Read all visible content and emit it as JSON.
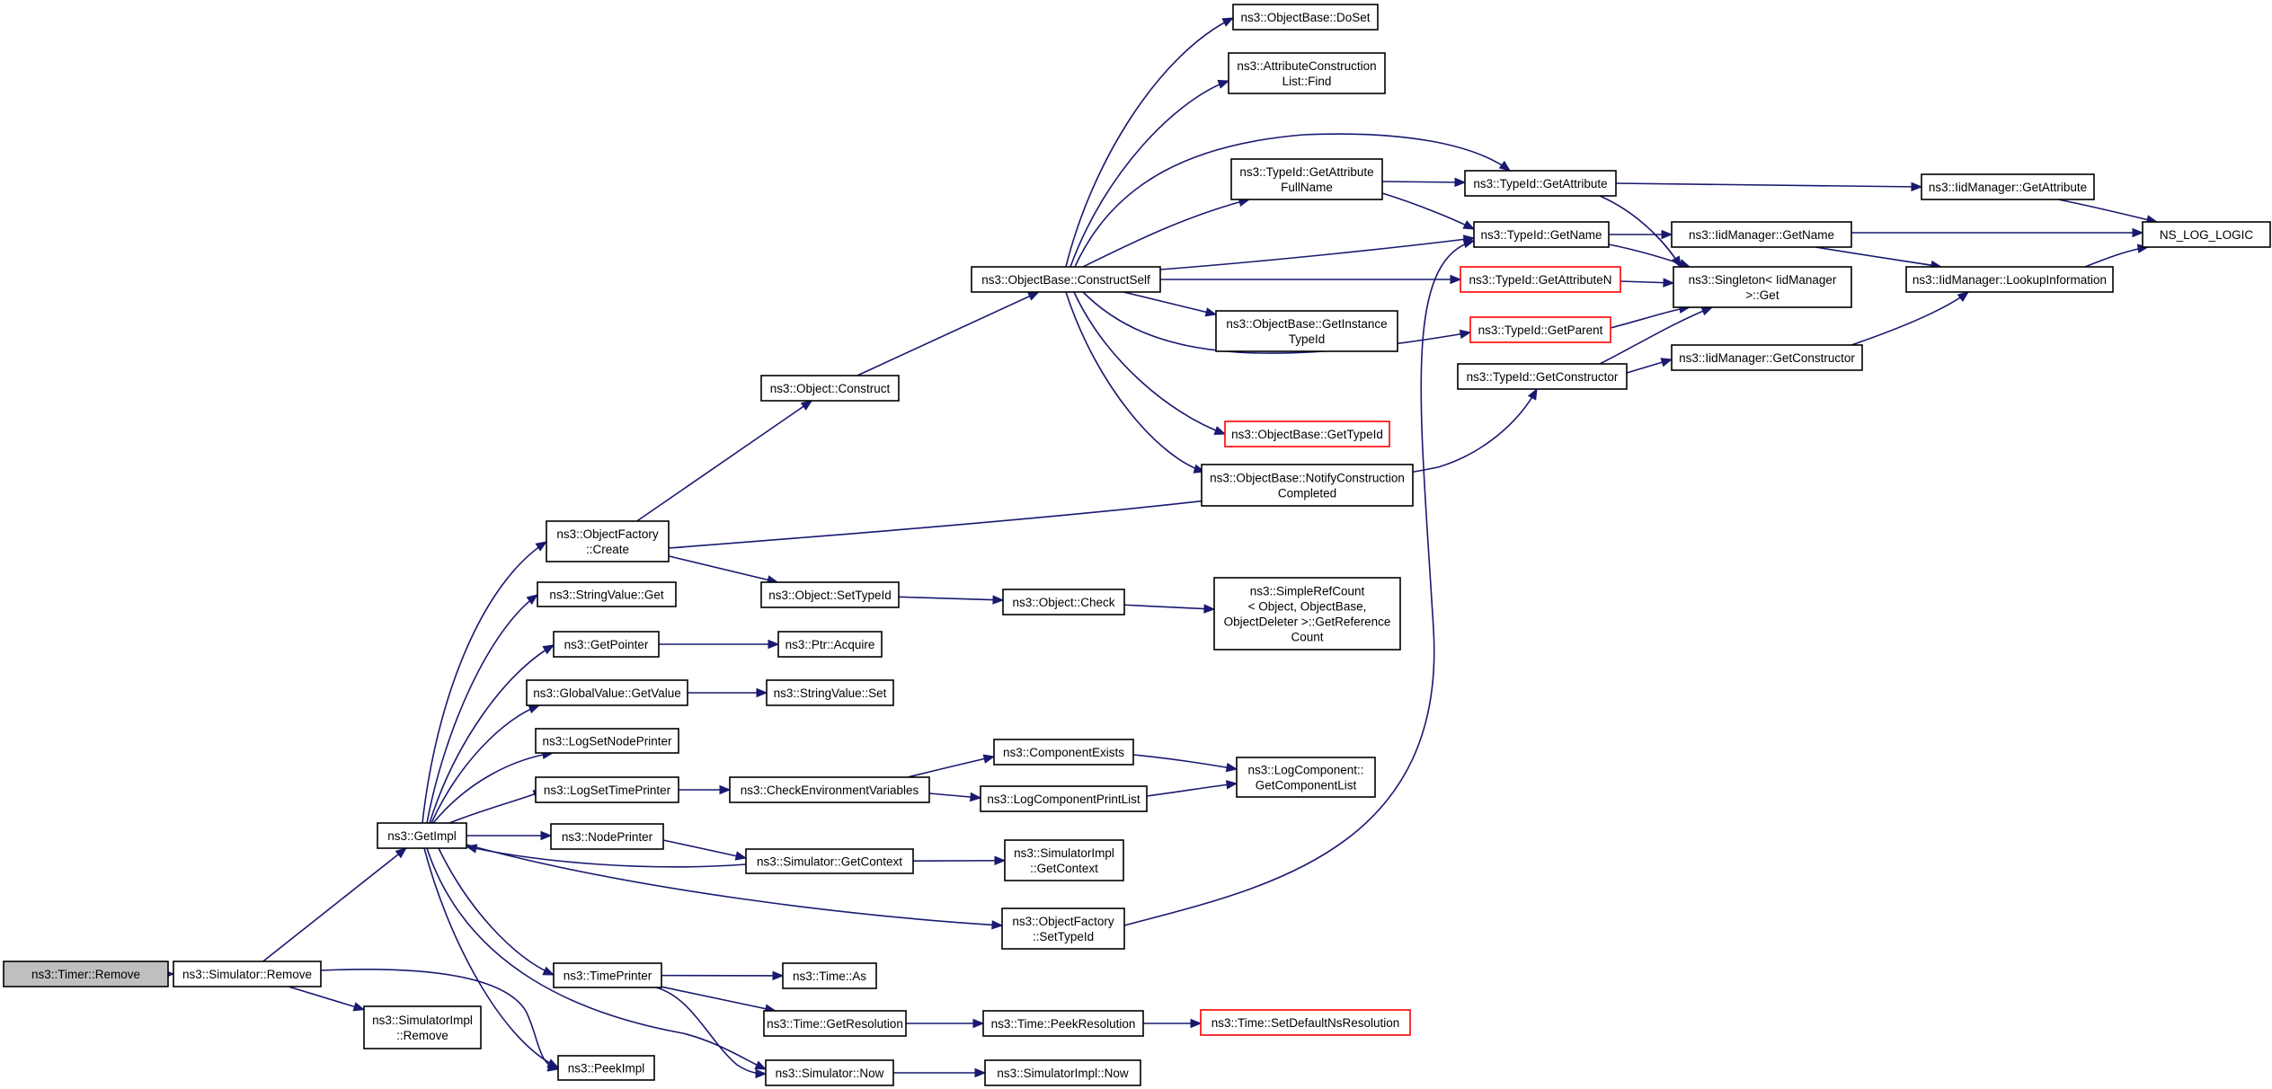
{
  "graph": {
    "nodes": [
      {
        "id": "timer_remove",
        "lines": [
          "ns3::Timer::Remove"
        ],
        "style": "root"
      },
      {
        "id": "sim_remove",
        "lines": [
          "ns3::Simulator::Remove"
        ]
      },
      {
        "id": "simimpl_remove",
        "lines": [
          "ns3::SimulatorImpl",
          "::Remove"
        ]
      },
      {
        "id": "getimpl",
        "lines": [
          "ns3::GetImpl"
        ]
      },
      {
        "id": "peekimpl",
        "lines": [
          "ns3::PeekImpl"
        ]
      },
      {
        "id": "of_create",
        "lines": [
          "ns3::ObjectFactory",
          "::Create"
        ]
      },
      {
        "id": "stringvalue_get",
        "lines": [
          "ns3::StringValue::Get"
        ]
      },
      {
        "id": "getpointer",
        "lines": [
          "ns3::GetPointer"
        ]
      },
      {
        "id": "gv_getvalue",
        "lines": [
          "ns3::GlobalValue::GetValue"
        ]
      },
      {
        "id": "lognodeprinter",
        "lines": [
          "ns3::LogSetNodePrinter"
        ]
      },
      {
        "id": "logtimeprinter",
        "lines": [
          "ns3::LogSetTimePrinter"
        ]
      },
      {
        "id": "nodeprinter",
        "lines": [
          "ns3::NodePrinter"
        ]
      },
      {
        "id": "timeprinter",
        "lines": [
          "ns3::TimePrinter"
        ]
      },
      {
        "id": "object_construct",
        "lines": [
          "ns3::Object::Construct"
        ]
      },
      {
        "id": "object_settypeid",
        "lines": [
          "ns3::Object::SetTypeId"
        ]
      },
      {
        "id": "ptr_acquire",
        "lines": [
          "ns3::Ptr::Acquire"
        ]
      },
      {
        "id": "stringvalue_set",
        "lines": [
          "ns3::StringValue::Set"
        ]
      },
      {
        "id": "checkenv",
        "lines": [
          "ns3::CheckEnvironmentVariables"
        ]
      },
      {
        "id": "sim_getcontext",
        "lines": [
          "ns3::Simulator::GetContext"
        ]
      },
      {
        "id": "of_settypeid",
        "lines": [
          "ns3::ObjectFactory",
          "::SetTypeId"
        ]
      },
      {
        "id": "time_as",
        "lines": [
          "ns3::Time::As"
        ]
      },
      {
        "id": "time_getres",
        "lines": [
          "ns3::Time::GetResolution"
        ]
      },
      {
        "id": "sim_now",
        "lines": [
          "ns3::Simulator::Now"
        ]
      },
      {
        "id": "ob_constructself",
        "lines": [
          "ns3::ObjectBase::ConstructSelf"
        ]
      },
      {
        "id": "object_check",
        "lines": [
          "ns3::Object::Check"
        ]
      },
      {
        "id": "componentexists",
        "lines": [
          "ns3::ComponentExists"
        ]
      },
      {
        "id": "logcompprintlist",
        "lines": [
          "ns3::LogComponentPrintList"
        ]
      },
      {
        "id": "simimpl_getcontext",
        "lines": [
          "ns3::SimulatorImpl",
          "::GetContext"
        ]
      },
      {
        "id": "time_peekres",
        "lines": [
          "ns3::Time::PeekResolution"
        ]
      },
      {
        "id": "simimpl_now",
        "lines": [
          "ns3::SimulatorImpl::Now"
        ]
      },
      {
        "id": "ob_doset",
        "lines": [
          "ns3::ObjectBase::DoSet"
        ]
      },
      {
        "id": "acl_find",
        "lines": [
          "ns3::AttributeConstruction",
          "List::Find"
        ]
      },
      {
        "id": "tid_getattrfullname",
        "lines": [
          "ns3::TypeId::GetAttribute",
          "FullName"
        ]
      },
      {
        "id": "ob_getinstancetypeid",
        "lines": [
          "ns3::ObjectBase::GetInstance",
          "TypeId"
        ]
      },
      {
        "id": "ob_gettypeid",
        "lines": [
          "ns3::ObjectBase::GetTypeId"
        ],
        "style": "trunc"
      },
      {
        "id": "ob_notify",
        "lines": [
          "ns3::ObjectBase::NotifyConstruction",
          "Completed"
        ]
      },
      {
        "id": "simplerefcount",
        "lines": [
          "ns3::SimpleRefCount",
          "< Object, ObjectBase,",
          " ObjectDeleter >::GetReference",
          "Count"
        ]
      },
      {
        "id": "logcomp_getlist",
        "lines": [
          "ns3::LogComponent::",
          "GetComponentList"
        ]
      },
      {
        "id": "time_setdefault",
        "lines": [
          "ns3::Time::SetDefaultNsResolution"
        ],
        "style": "trunc"
      },
      {
        "id": "tid_getattribute",
        "lines": [
          "ns3::TypeId::GetAttribute"
        ]
      },
      {
        "id": "tid_getname",
        "lines": [
          "ns3::TypeId::GetName"
        ]
      },
      {
        "id": "tid_getattributen",
        "lines": [
          "ns3::TypeId::GetAttributeN"
        ],
        "style": "trunc"
      },
      {
        "id": "tid_getparent",
        "lines": [
          "ns3::TypeId::GetParent"
        ],
        "style": "trunc"
      },
      {
        "id": "tid_getconstructor",
        "lines": [
          "ns3::TypeId::GetConstructor"
        ]
      },
      {
        "id": "singleton_get",
        "lines": [
          "ns3::Singleton< IidManager",
          " >::Get"
        ]
      },
      {
        "id": "iid_getattribute",
        "lines": [
          "ns3::IidManager::GetAttribute"
        ]
      },
      {
        "id": "iid_getname",
        "lines": [
          "ns3::IidManager::GetName"
        ]
      },
      {
        "id": "iid_getconstructor",
        "lines": [
          "ns3::IidManager::GetConstructor"
        ]
      },
      {
        "id": "iid_lookup",
        "lines": [
          "ns3::IidManager::LookupInformation"
        ]
      },
      {
        "id": "ns_log_logic",
        "lines": [
          "NS_LOG_LOGIC"
        ]
      }
    ],
    "edges": [
      [
        "timer_remove",
        "sim_remove"
      ],
      [
        "sim_remove",
        "getimpl"
      ],
      [
        "sim_remove",
        "simimpl_remove"
      ],
      [
        "sim_remove",
        "peekimpl"
      ],
      [
        "getimpl",
        "of_create"
      ],
      [
        "getimpl",
        "stringvalue_get"
      ],
      [
        "getimpl",
        "getpointer"
      ],
      [
        "getimpl",
        "gv_getvalue"
      ],
      [
        "getimpl",
        "lognodeprinter"
      ],
      [
        "getimpl",
        "logtimeprinter"
      ],
      [
        "getimpl",
        "nodeprinter"
      ],
      [
        "getimpl",
        "timeprinter"
      ],
      [
        "getimpl",
        "peekimpl"
      ],
      [
        "getimpl",
        "of_settypeid"
      ],
      [
        "getimpl",
        "sim_now"
      ],
      [
        "sim_getcontext",
        "getimpl"
      ],
      [
        "of_create",
        "object_construct"
      ],
      [
        "of_create",
        "object_settypeid"
      ],
      [
        "of_create",
        "tid_getconstructor"
      ],
      [
        "getpointer",
        "ptr_acquire"
      ],
      [
        "gv_getvalue",
        "stringvalue_set"
      ],
      [
        "logtimeprinter",
        "checkenv"
      ],
      [
        "nodeprinter",
        "sim_getcontext"
      ],
      [
        "timeprinter",
        "time_as"
      ],
      [
        "timeprinter",
        "time_getres"
      ],
      [
        "timeprinter",
        "sim_now"
      ],
      [
        "object_construct",
        "ob_constructself"
      ],
      [
        "object_settypeid",
        "object_check"
      ],
      [
        "checkenv",
        "componentexists"
      ],
      [
        "checkenv",
        "logcompprintlist"
      ],
      [
        "sim_getcontext",
        "simimpl_getcontext"
      ],
      [
        "of_settypeid",
        "tid_getname"
      ],
      [
        "time_getres",
        "time_peekres"
      ],
      [
        "sim_now",
        "simimpl_now"
      ],
      [
        "ob_constructself",
        "ob_doset"
      ],
      [
        "ob_constructself",
        "acl_find"
      ],
      [
        "ob_constructself",
        "tid_getattribute"
      ],
      [
        "ob_constructself",
        "tid_getattrfullname"
      ],
      [
        "ob_constructself",
        "tid_getname"
      ],
      [
        "ob_constructself",
        "tid_getattributen"
      ],
      [
        "ob_constructself",
        "ob_getinstancetypeid"
      ],
      [
        "ob_constructself",
        "tid_getparent"
      ],
      [
        "ob_constructself",
        "ob_gettypeid"
      ],
      [
        "ob_constructself",
        "ob_notify"
      ],
      [
        "object_check",
        "simplerefcount"
      ],
      [
        "componentexists",
        "logcomp_getlist"
      ],
      [
        "logcompprintlist",
        "logcomp_getlist"
      ],
      [
        "time_peekres",
        "time_setdefault"
      ],
      [
        "tid_getattrfullname",
        "tid_getattribute"
      ],
      [
        "tid_getattrfullname",
        "tid_getname"
      ],
      [
        "tid_getattribute",
        "iid_getattribute"
      ],
      [
        "tid_getattribute",
        "singleton_get"
      ],
      [
        "tid_getname",
        "iid_getname"
      ],
      [
        "tid_getname",
        "singleton_get"
      ],
      [
        "tid_getattributen",
        "singleton_get"
      ],
      [
        "tid_getparent",
        "singleton_get"
      ],
      [
        "tid_getconstructor",
        "singleton_get"
      ],
      [
        "tid_getconstructor",
        "iid_getconstructor"
      ],
      [
        "iid_getattribute",
        "ns_log_logic"
      ],
      [
        "iid_getname",
        "ns_log_logic"
      ],
      [
        "iid_getname",
        "iid_lookup"
      ],
      [
        "iid_getconstructor",
        "iid_lookup"
      ],
      [
        "iid_lookup",
        "ns_log_logic"
      ]
    ]
  }
}
